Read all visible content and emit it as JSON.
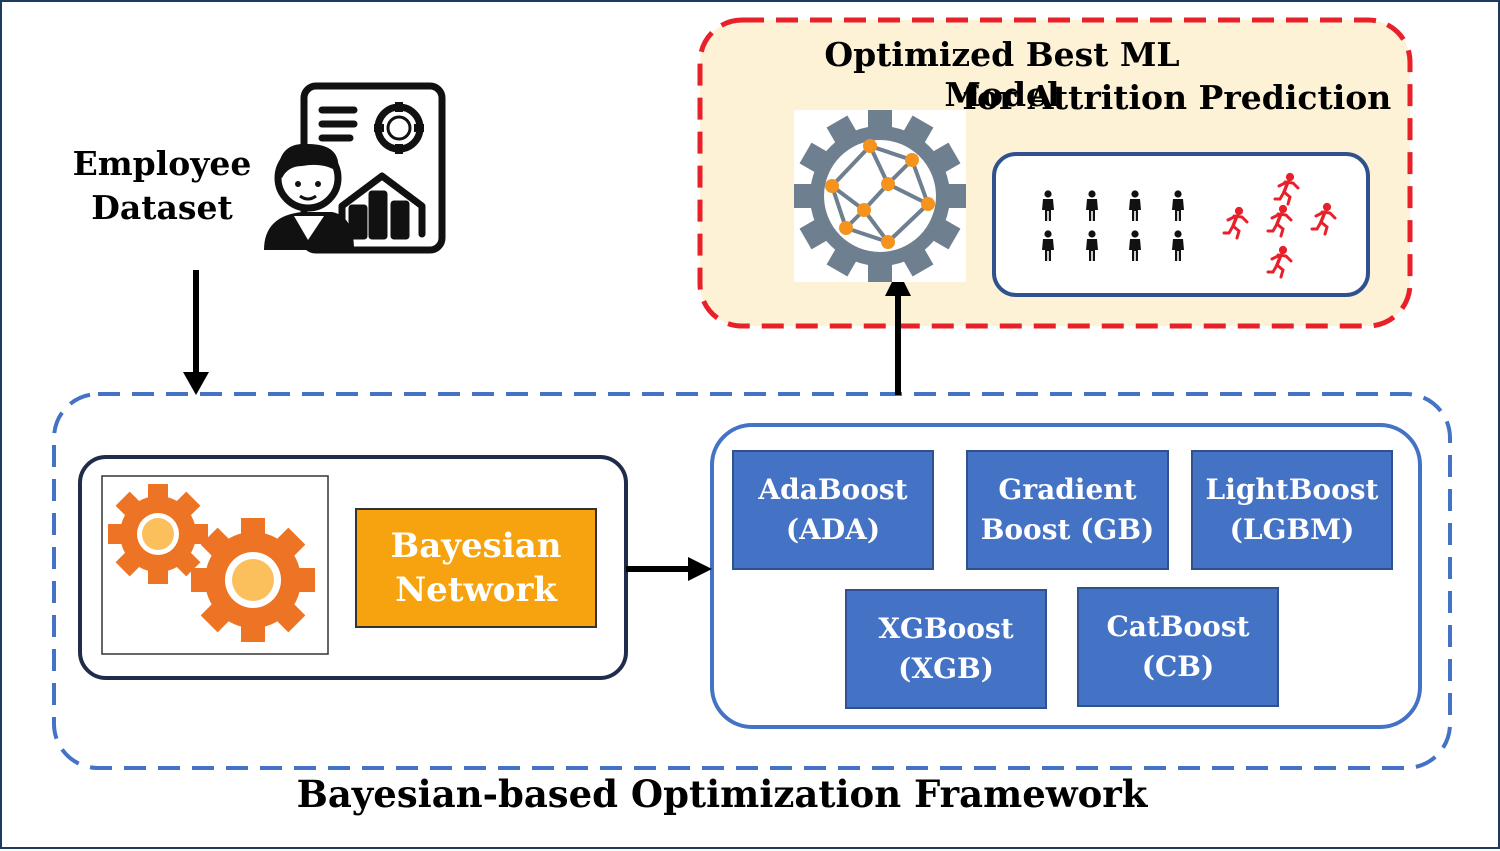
{
  "input": {
    "line1": "Employee",
    "line2": "Dataset",
    "icon": "employee-dataset-icon"
  },
  "output": {
    "title_line1": "Optimized Best ML Model",
    "title_line2": "for Attrition Prediction",
    "icons": [
      "neural-gear-icon",
      "staying-employees-icon",
      "leaving-employees-icon"
    ]
  },
  "optimizer": {
    "line1": "Bayesian",
    "line2": "Network",
    "icon": "gears-icon"
  },
  "models": [
    {
      "line1": "AdaBoost",
      "line2": "(ADA)"
    },
    {
      "line1": "Gradient",
      "line2": "Boost (GB)"
    },
    {
      "line1": "LightBoost",
      "line2": "(LGBM)"
    },
    {
      "line1": "XGBoost",
      "line2": "(XGB)"
    },
    {
      "line1": "CatBoost",
      "line2": "(CB)"
    }
  ],
  "framework_label": "Bayesian-based Optimization Framework",
  "colors": {
    "model_fill": "#4472c4",
    "bayes_fill": "#f6a30f",
    "output_fill": "#fdf1d6",
    "output_border": "#e8202a",
    "framework_border": "#4472c4",
    "leaving_person": "#e8202a"
  }
}
